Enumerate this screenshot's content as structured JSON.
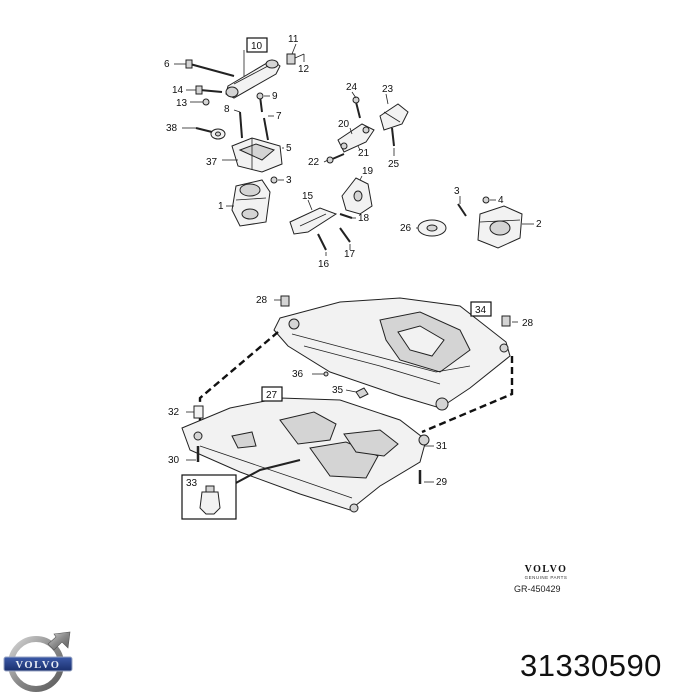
{
  "callouts": {
    "c1": "1",
    "c2": "2",
    "c3a": "3",
    "c3b": "3",
    "c4": "4",
    "c5": "5",
    "c6": "6",
    "c7": "7",
    "c8": "8",
    "c9": "9",
    "c10": "10",
    "c11": "11",
    "c12": "12",
    "c13": "13",
    "c14": "14",
    "c15": "15",
    "c16": "16",
    "c17": "17",
    "c18": "18",
    "c19": "19",
    "c20": "20",
    "c21": "21",
    "c22": "22",
    "c23": "23",
    "c24": "24",
    "c25": "25",
    "c26": "26",
    "c27": "27",
    "c28a": "28",
    "c28b": "28",
    "c29": "29",
    "c30": "30",
    "c31": "31",
    "c32": "32",
    "c33": "33",
    "c34": "34",
    "c35": "35",
    "c36": "36",
    "c37": "37",
    "c38": "38"
  },
  "brand": {
    "name": "VOLVO",
    "subtitle": "GENUINE PARTS",
    "reference": "GR-450429"
  },
  "logo": {
    "text": "VOLVO"
  },
  "part_number": "31330590"
}
